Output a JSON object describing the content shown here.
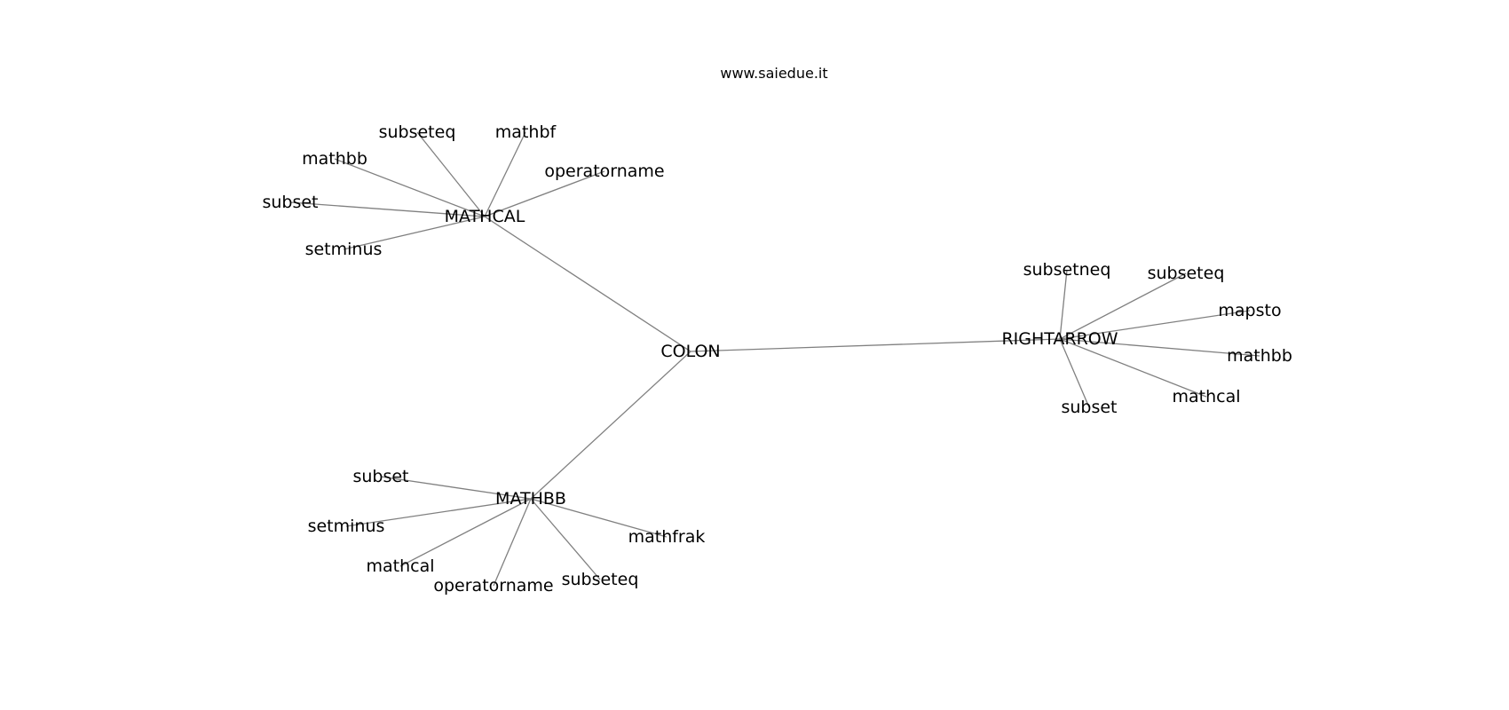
{
  "title": "www.saiedue.it",
  "colors": {
    "edge": "#808080",
    "text": "#000000",
    "background": "#ffffff"
  },
  "graph": {
    "nodes": [
      {
        "id": "colon",
        "label": "COLON"
      },
      {
        "id": "mathcal",
        "label": "MATHCAL"
      },
      {
        "id": "mathbb",
        "label": "MATHBB"
      },
      {
        "id": "rightarrow",
        "label": "RIGHTARROW"
      },
      {
        "id": "mc_subseteq",
        "label": "subseteq"
      },
      {
        "id": "mc_mathbf",
        "label": "mathbf"
      },
      {
        "id": "mc_mathbb",
        "label": "mathbb"
      },
      {
        "id": "mc_operatorname",
        "label": "operatorname"
      },
      {
        "id": "mc_subset",
        "label": "subset"
      },
      {
        "id": "mc_setminus",
        "label": "setminus"
      },
      {
        "id": "ra_subsetneq",
        "label": "subsetneq"
      },
      {
        "id": "ra_subseteq",
        "label": "subseteq"
      },
      {
        "id": "ra_mapsto",
        "label": "mapsto"
      },
      {
        "id": "ra_mathbb",
        "label": "mathbb"
      },
      {
        "id": "ra_mathcal",
        "label": "mathcal"
      },
      {
        "id": "ra_subset",
        "label": "subset"
      },
      {
        "id": "mb_subset",
        "label": "subset"
      },
      {
        "id": "mb_setminus",
        "label": "setminus"
      },
      {
        "id": "mb_mathcal",
        "label": "mathcal"
      },
      {
        "id": "mb_operatorname",
        "label": "operatorname"
      },
      {
        "id": "mb_subseteq",
        "label": "subseteq"
      },
      {
        "id": "mb_mathfrak",
        "label": "mathfrak"
      }
    ],
    "edges": [
      [
        "colon",
        "mathcal"
      ],
      [
        "colon",
        "rightarrow"
      ],
      [
        "colon",
        "mathbb"
      ],
      [
        "mathcal",
        "mc_subseteq"
      ],
      [
        "mathcal",
        "mc_mathbf"
      ],
      [
        "mathcal",
        "mc_mathbb"
      ],
      [
        "mathcal",
        "mc_operatorname"
      ],
      [
        "mathcal",
        "mc_subset"
      ],
      [
        "mathcal",
        "mc_setminus"
      ],
      [
        "rightarrow",
        "ra_subsetneq"
      ],
      [
        "rightarrow",
        "ra_subseteq"
      ],
      [
        "rightarrow",
        "ra_mapsto"
      ],
      [
        "rightarrow",
        "ra_mathbb"
      ],
      [
        "rightarrow",
        "ra_mathcal"
      ],
      [
        "rightarrow",
        "ra_subset"
      ],
      [
        "mathbb",
        "mb_subset"
      ],
      [
        "mathbb",
        "mb_setminus"
      ],
      [
        "mathbb",
        "mb_mathcal"
      ],
      [
        "mathbb",
        "mb_operatorname"
      ],
      [
        "mathbb",
        "mb_subseteq"
      ],
      [
        "mathbb",
        "mb_mathfrak"
      ]
    ]
  }
}
